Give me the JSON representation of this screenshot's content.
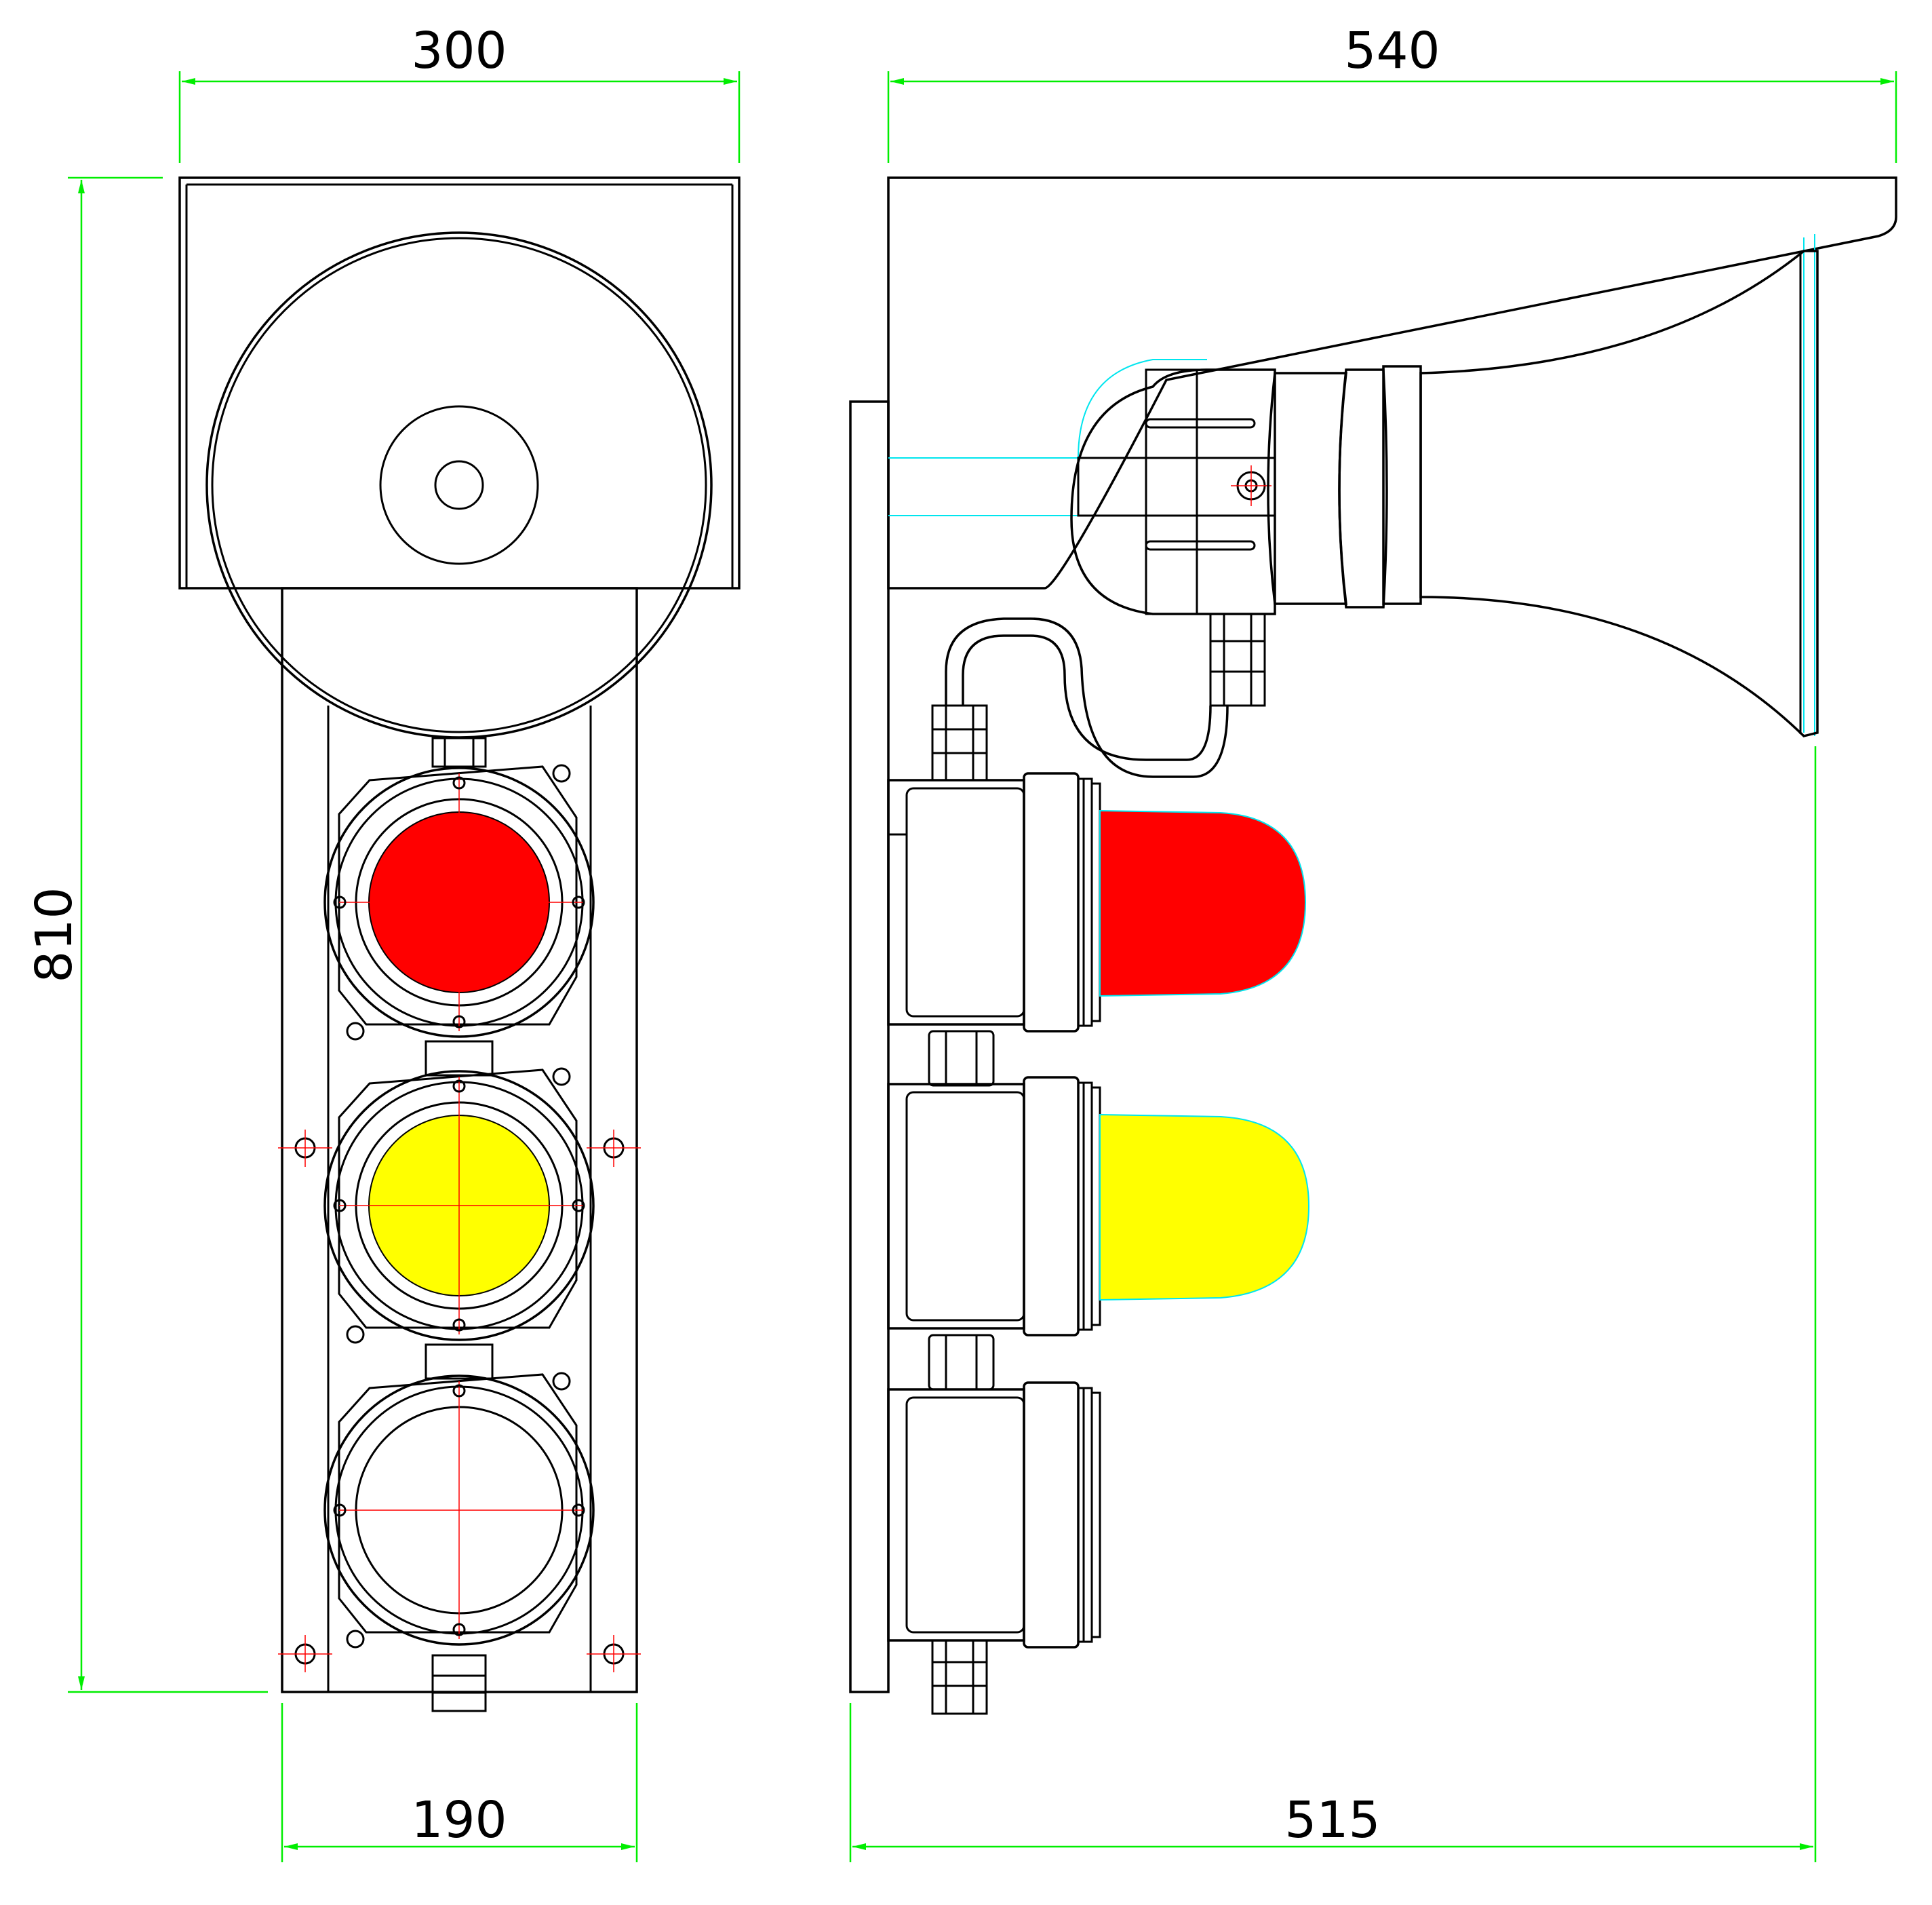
{
  "dimensions": {
    "front_top_width": "300",
    "side_top_width": "540",
    "height": "810",
    "front_bottom_width": "190",
    "side_bottom_width": "515"
  },
  "colors": {
    "dimension_line": "#00ee00",
    "lamp_red": "#ff0000",
    "lamp_yellow": "#ffff00",
    "center_line": "#ff0000",
    "outline": "#000000"
  },
  "lamps_front": [
    {
      "name": "red",
      "color": "#ff0000"
    },
    {
      "name": "yellow",
      "color": "#ffff00"
    },
    {
      "name": "clear",
      "color": "#ffffff"
    }
  ]
}
